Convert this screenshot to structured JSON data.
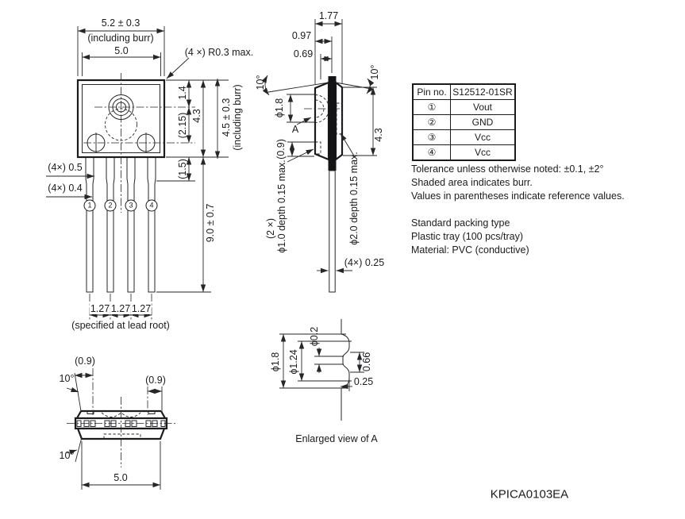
{
  "colors": {
    "line": "#26262a",
    "text": "#1b1b1e",
    "background": "#ffffff"
  },
  "front_view": {
    "width_with_burr": "5.2 ± 0.3",
    "width_burr_note": "(including burr)",
    "width": "5.0",
    "corner_radius": "(4 ×) R0.3 max.",
    "lens_offset": "1.4",
    "body_height": "4.3",
    "hole_center_ref": "(2.15)",
    "height_with_burr": "4.5 ± 0.3",
    "height_burr_note": "(including burr)",
    "standoff_ref": "(1.5)",
    "lead_root_width": "(4×) 0.5",
    "lead_width": "(4×) 0.4",
    "lead_length": "9.0 ± 0.7",
    "pins": [
      "1",
      "2",
      "3",
      "4"
    ],
    "pitch": [
      "1.27",
      "1.27",
      "1.27"
    ],
    "pitch_note": "(specified at lead root)"
  },
  "side_view": {
    "total_thickness": "1.77",
    "dim_097": "0.97",
    "dim_069": "0.69",
    "draft_angle_left": "10°",
    "draft_angle_right": "10°",
    "lens_diameter": "ϕ1.8",
    "detail_label": "A",
    "recess_offset_ref": "(0.9)",
    "body_height": "4.3",
    "recess_count": "(2 ×)",
    "recess_front": "ϕ1.0 depth 0.15 max.",
    "recess_back": "ϕ2.0 depth 0.15 max.",
    "lead_thickness": "(4×) 0.25"
  },
  "bottom_view": {
    "ref_left": "(0.9)",
    "ref_right": "(0.9)",
    "draft_angle_top": "10°",
    "draft_angle_bottom": "10°",
    "width": "5.0"
  },
  "enlarged_view": {
    "dim_outer": "ϕ1.8",
    "dim_middle": "ϕ1.24",
    "dim_small": "ϕ0.2",
    "dim_height": "0.66",
    "dim_step": "0.25",
    "caption": "Enlarged view of A"
  },
  "pin_table": {
    "header_pin": "Pin no.",
    "header_part": "S12512-01SR",
    "rows": [
      {
        "pin": "①",
        "signal": "Vout"
      },
      {
        "pin": "②",
        "signal": "GND"
      },
      {
        "pin": "③",
        "signal": "Vcc"
      },
      {
        "pin": "④",
        "signal": "Vcc"
      }
    ]
  },
  "notes": {
    "tolerance": "Tolerance unless otherwise noted: ±0.1, ±2°",
    "burr": "Shaded area indicates burr.",
    "parentheses": "Values in parentheses indicate reference values.",
    "packing_heading": "Standard packing type",
    "packing_tray": "Plastic tray (100 pcs/tray)",
    "packing_material": "Material: PVC (conductive)"
  },
  "drawing_number": "KPICA0103EA"
}
